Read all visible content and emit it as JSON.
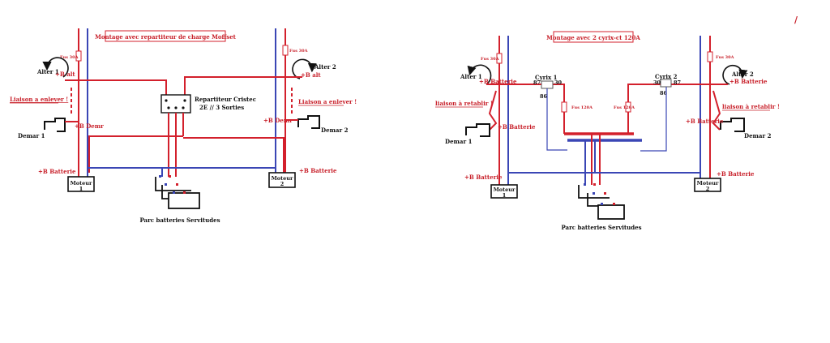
{
  "colors": {
    "positive": "#d3202c",
    "negative": "#3a46b5",
    "text_red": "#c8202a",
    "text_black": "#111111"
  },
  "left": {
    "title": "Montage avec repartiteur de charge Moffset",
    "fuse_left": "Fus 30A",
    "fuse_right": "Fus 30A",
    "alter1": "Alter 1",
    "alter2": "Alter 2",
    "b_alt_left": "+B  alt",
    "b_alt_right": "+B  alt",
    "liaison_left": "Liaison a enlever !",
    "liaison_right": "Liaison a enlever !",
    "b_demr_left": "+B Demr",
    "b_demr_right": "+B Demr",
    "demar1": "Demar 1",
    "demar2": "Demar 2",
    "b_batterie_left": "+B Batterie",
    "b_batterie_right": "+B Batterie",
    "moteur1_line1": "Moteur",
    "moteur1_line2": "1",
    "moteur2_line1": "Moteur",
    "moteur2_line2": "2",
    "repartiteur_line1": "Repartiteur Cristec",
    "repartiteur_line2": "2E // 3 Sorties",
    "parc": "Parc batteries Servitudes"
  },
  "right": {
    "title": "Montage avec 2 cyrix-ct 120A",
    "fuse_left": "Fus 30A",
    "fuse_right": "Fus 30A",
    "alter1": "Alter 1",
    "alter2": "Alter 2",
    "b_batterie_alt_left": "+B Batterie",
    "b_batterie_alt_right": "+B Batterie",
    "cyrix1": "Cyrix 1",
    "cyrix2": "Cyrix 2",
    "pin87_left": "87",
    "pin30_left": "30",
    "pin86_left": "86",
    "pin30_right": "30",
    "pin87_right": "87",
    "pin86_right": "86",
    "fus120_left": "Fus 120A",
    "fus120_right": "Fus 120A",
    "liaison_left": "liaison à retablir !",
    "liaison_right": "liaison à retablir  !",
    "b_batterie_demr_left": "+B Batterie",
    "b_batterie_demr_right": "+B Batterie",
    "demar1": "Demar 1",
    "demar2": "Demar 2",
    "b_batterie_mot_left": "+B Batterie",
    "b_batterie_mot_right": "+B Batterie",
    "moteur1_line1": "Moteur",
    "moteur1_line2": "1",
    "moteur2_line1": "Moteur",
    "moteur2_line2": "2",
    "parc": "Parc batteries Servitudes"
  },
  "corner_mark": "/"
}
